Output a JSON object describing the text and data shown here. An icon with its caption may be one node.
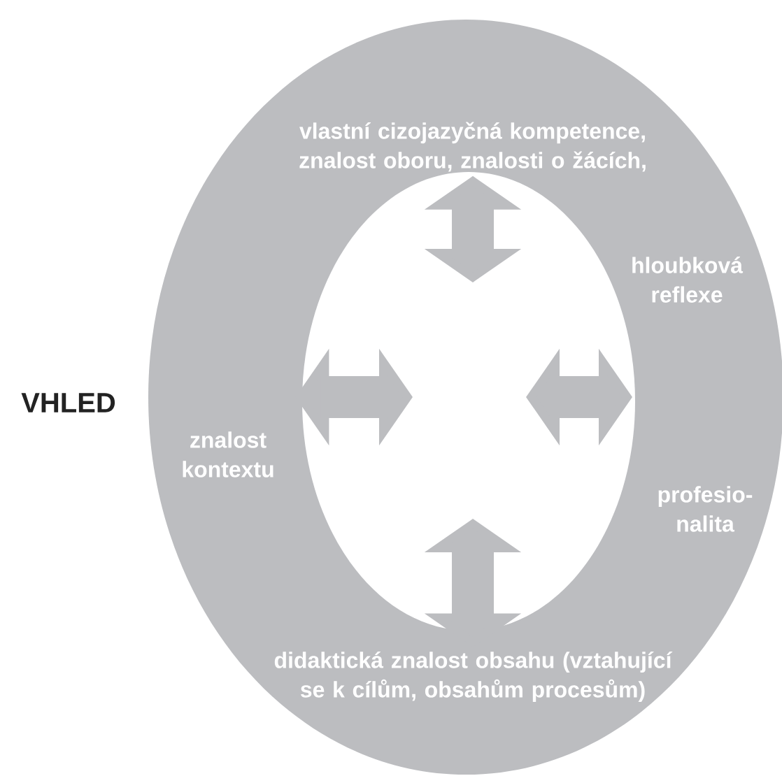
{
  "diagram": {
    "nodes": [
      {
        "text": [],
        "shape": "ellipse"
      },
      {
        "text": [],
        "shape": "ellipse",
        "in": 0
      },
      {
        "text": [
          "vlastní cizojazyčná kompetence, znalost oboru, znalosti o žácích,"
        ],
        "in": 0
      },
      {
        "text": [
          "hloubková reflexe"
        ],
        "in": 0
      },
      {
        "text": [
          "znalost kontextu"
        ],
        "in": 0
      },
      {
        "text": [
          "profesio-nalita"
        ],
        "in": 0
      },
      {
        "text": [
          "didaktická znalost obsahu (vztahující se k cílům, obsahům procesům)"
        ],
        "in": 0
      }
    ],
    "edges": [
      {
        "from": 2,
        "to": 1,
        "arrow": "both"
      },
      {
        "from": 4,
        "to": 1,
        "arrow": "both"
      },
      {
        "from": 1,
        "to": null,
        "arrow": "both"
      },
      {
        "from": 6,
        "to": 1,
        "arrow": "both"
      }
    ],
    "labels": [
      "VHLED"
    ]
  }
}
